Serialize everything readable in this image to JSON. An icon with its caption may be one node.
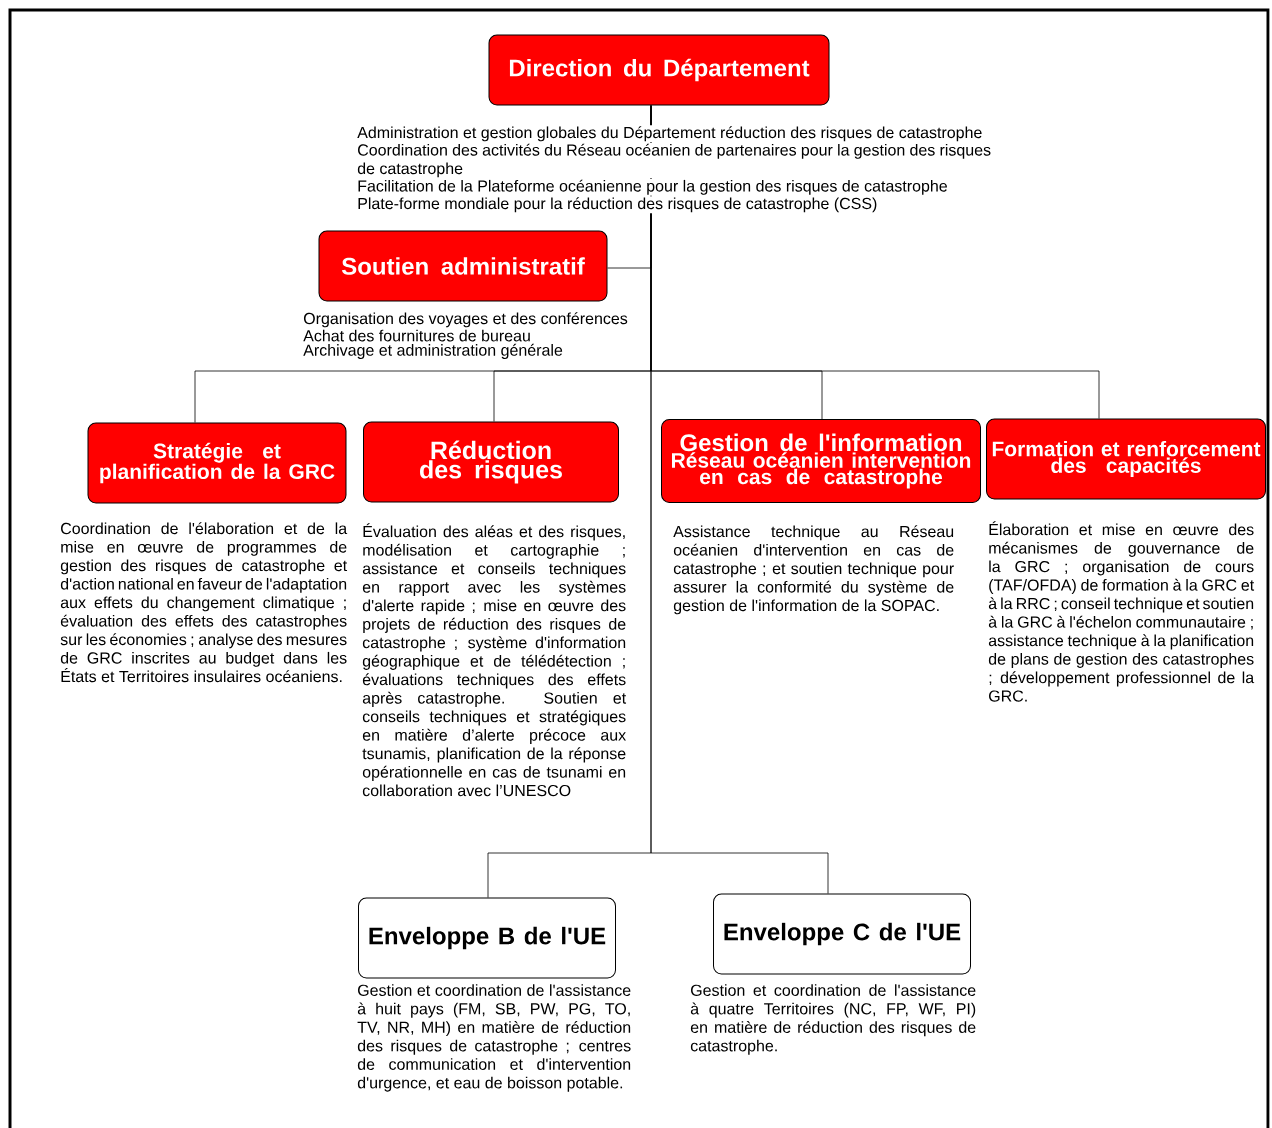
{
  "diagram": {
    "nodes": [
      {
        "text": [
          "Direction du Département"
        ],
        "beside": [
          "Administration et gestion globales du Département réduction des risques de catastrophe",
          "Coordination des activités du Réseau océanien de partenaires pour la gestion des risques de catastrophe",
          "Facilitation de la Plateforme océanienne pour la gestion des risques de catastrophe",
          "Plate-forme mondiale pour la réduction des risques de catastrophe (CSS)"
        ]
      },
      {
        "text": [
          "Soutien administratif"
        ],
        "beside": [
          "Organisation des voyages et des conférences",
          "Achat des fournitures de bureau",
          "Archivage et administration générale"
        ]
      },
      {
        "text": [
          "Stratégie et planification de la GRC"
        ],
        "beside": [
          "Coordination de l'élaboration et de la mise en œuvre de programmes de gestion des risques de catastrophe et d'action national en faveur de l'adaptation aux effets du changement climatique ; évaluation des effets des catastrophes sur les économies ; analyse des mesures de GRC inscrites au budget dans les États et Territoires insulaires océaniens."
        ]
      },
      {
        "text": [
          "Réduction des risques"
        ],
        "beside": [
          "Évaluation des aléas et des risques, modélisation et cartographie ; assistance et conseils techniques en rapport avec les systèmes d'alerte rapide ; mise en œuvre des projets de réduction des risques de catastrophe ; système d'information géographique et de télédétection ; évaluations techniques des effets après catastrophe. Soutien et conseils techniques et stratégiques en matière d’alerte précoce aux tsunamis, planification de la réponse opérationnelle en cas de tsunami en collaboration avec l’UNESCO"
        ]
      },
      {
        "text": [
          "Gestion de l'information",
          "Réseau océanien intervention en cas de catastrophe"
        ],
        "beside": [
          "Assistance technique au Réseau océanien d'intervention en cas de catastrophe ; et soutien technique pour assurer la conformité du système de gestion de l'information de la SOPAC."
        ]
      },
      {
        "text": [
          "Formation et renforcement des capacités"
        ],
        "beside": [
          "Élaboration et mise en œuvre des mécanismes de gouvernance de la GRC ; organisation de cours (TAF/OFDA) de formation à la GRC et à la RRC ; conseil technique et soutien à la GRC à l'échelon communautaire ; assistance technique à la planification de plans de gestion des catastrophes ; développement professionnel de la GRC."
        ]
      },
      {
        "text": [
          "Enveloppe B de l'UE"
        ],
        "beside": [
          "Gestion et coordination de l'assistance à huit pays (FM, SB, PW, PG, TO, TV, NR, MH) en matière de réduction des risques de catastrophe ; centres de communication et d'intervention d'urgence, et eau de boisson potable."
        ]
      },
      {
        "text": [
          "Enveloppe C de l'UE"
        ],
        "beside": [
          "Gestion et coordination de l'assistance à quatre Territoires (NC, FP, WF, PI) en matière de réduction des risques de catastrophe."
        ]
      }
    ],
    "edges": [
      {
        "from": 0,
        "to": 1,
        "arrow": "none"
      },
      {
        "from": 0,
        "to": 2,
        "arrow": "none"
      },
      {
        "from": 0,
        "to": 3,
        "arrow": "none"
      },
      {
        "from": 0,
        "to": 4,
        "arrow": "none"
      },
      {
        "from": 0,
        "to": 5,
        "arrow": "none"
      },
      {
        "from": 0,
        "to": 6,
        "arrow": "none"
      },
      {
        "from": 0,
        "to": 7,
        "arrow": "none"
      }
    ]
  }
}
